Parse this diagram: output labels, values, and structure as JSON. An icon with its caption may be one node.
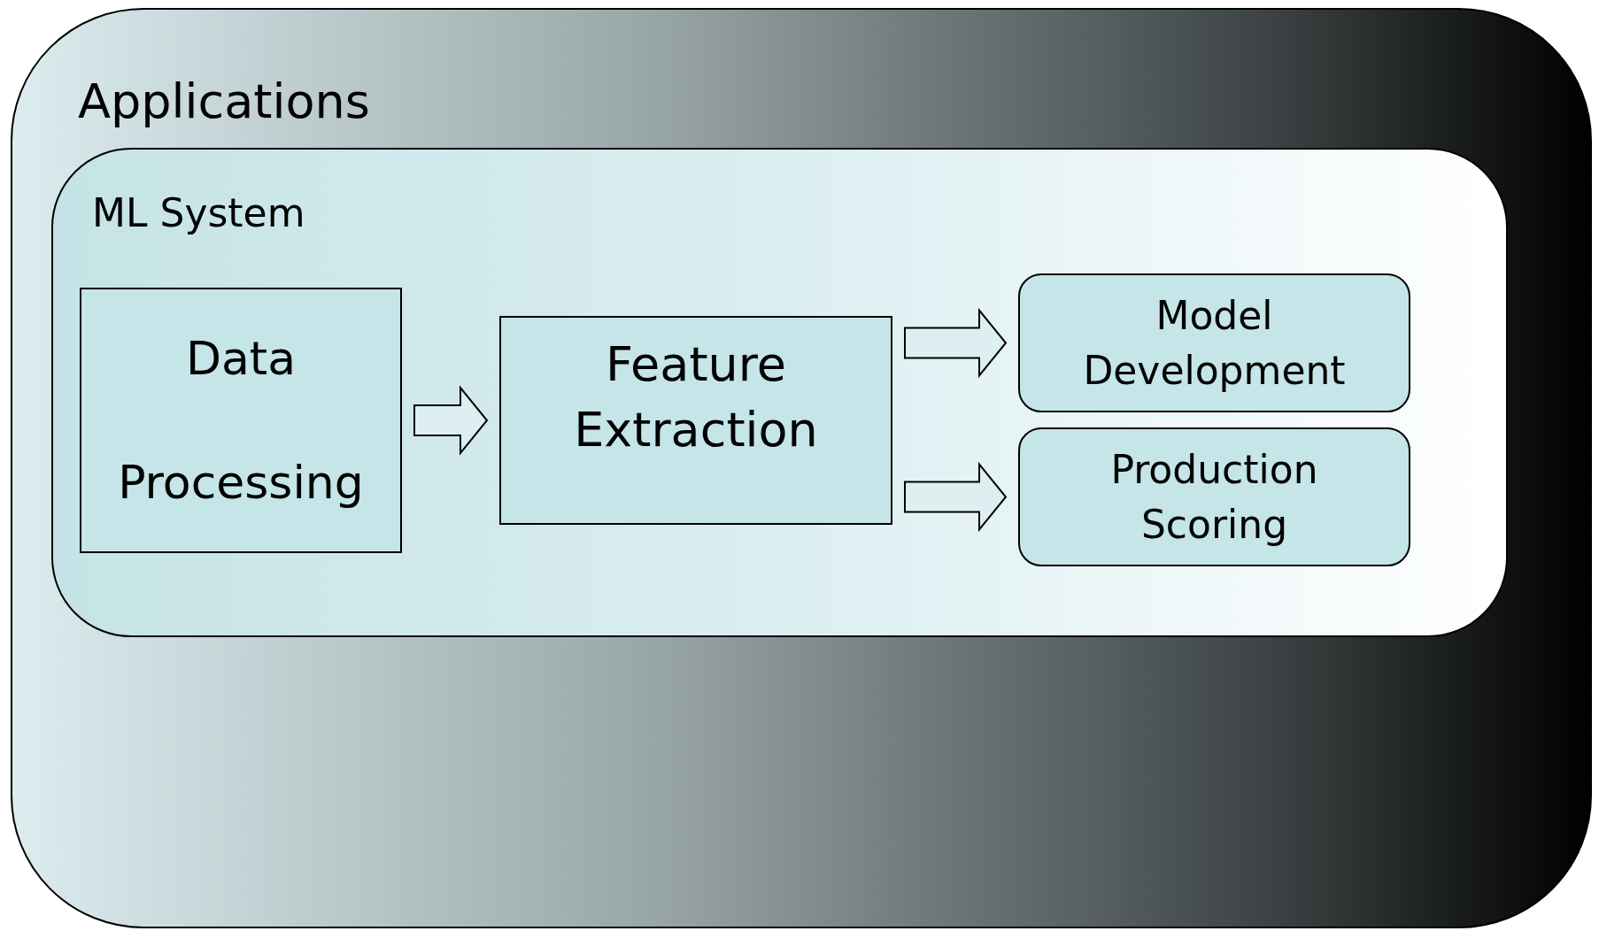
{
  "diagram": {
    "nodes": [
      {
        "text": [
          "Applications"
        ]
      },
      {
        "text": [
          "ML System"
        ],
        "in": 0
      },
      {
        "text": [
          "Data Processing"
        ],
        "in": 1
      },
      {
        "text": [
          "Feature Extraction"
        ],
        "in": 1
      },
      {
        "text": [
          "Model Development"
        ],
        "in": 1
      },
      {
        "text": [
          "Production Scoring"
        ],
        "in": 1
      }
    ],
    "edges": [
      {
        "from": 2,
        "to": 3,
        "arrow": "to"
      },
      {
        "from": 3,
        "to": 4,
        "arrow": "to"
      },
      {
        "from": 3,
        "to": 5,
        "arrow": "to"
      }
    ]
  }
}
